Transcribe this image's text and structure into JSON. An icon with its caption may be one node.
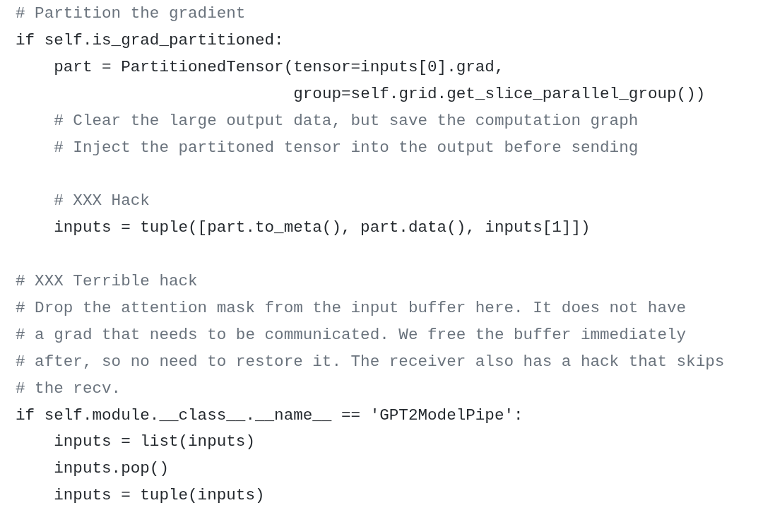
{
  "diagram": {
    "labels": [
      "# Partition the gradient",
      "if self.is_grad_partitioned:",
      "part = PartitionedTensor(tensor=inputs[0].grad,",
      "group=self.grid.get_slice_parallel_group())",
      "# Clear the large output data, but save the computation graph",
      "# Inject the partitoned tensor into the output before sending",
      "# XXX Hack",
      "inputs = tuple([part.to_meta(), part.data(), inputs[1]])",
      "# XXX Terrible hack",
      "# Drop the attention mask from the input buffer here. It does not have",
      "# a grad that needs to be communicated. We free the buffer immediately",
      "# after, so no need to restore it. The receiver also has a hack that skips",
      "# the recv.",
      "if self.module.__class__.__name__ == 'GPT2ModelPipe':",
      "inputs = list(inputs)",
      "inputs.pop()",
      "inputs = tuple(inputs)"
    ]
  }
}
